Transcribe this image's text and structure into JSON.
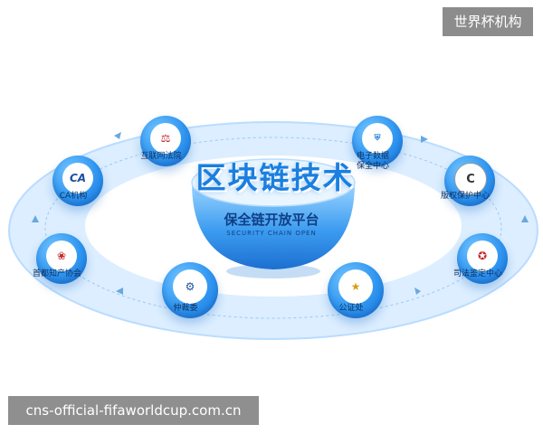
{
  "watermark_top": "世界杯机构",
  "watermark_bottom": "cns-official-fifaworldcup.com.cn",
  "hero": {
    "title": "区块链技术",
    "subtitle": "保全链开放平台",
    "subtitle_en": "SECURITY CHAIN OPEN"
  },
  "nodes": {
    "internet_court": "互联网法院",
    "data_center": "电子数据\n保全中心",
    "ca": "CA机构",
    "copyright": "版权保护中心",
    "ip_assoc": "首都知产协会",
    "judicial": "司法鉴定中心",
    "arbitration": "仲裁委",
    "notary": "公证处"
  },
  "icons": {
    "ca_text": "CA",
    "copyright_text": "C"
  },
  "colors": {
    "ring": "#d8ecff",
    "node": "#2f95f0",
    "accent": "#1a7fe0",
    "label": "#10305c"
  }
}
